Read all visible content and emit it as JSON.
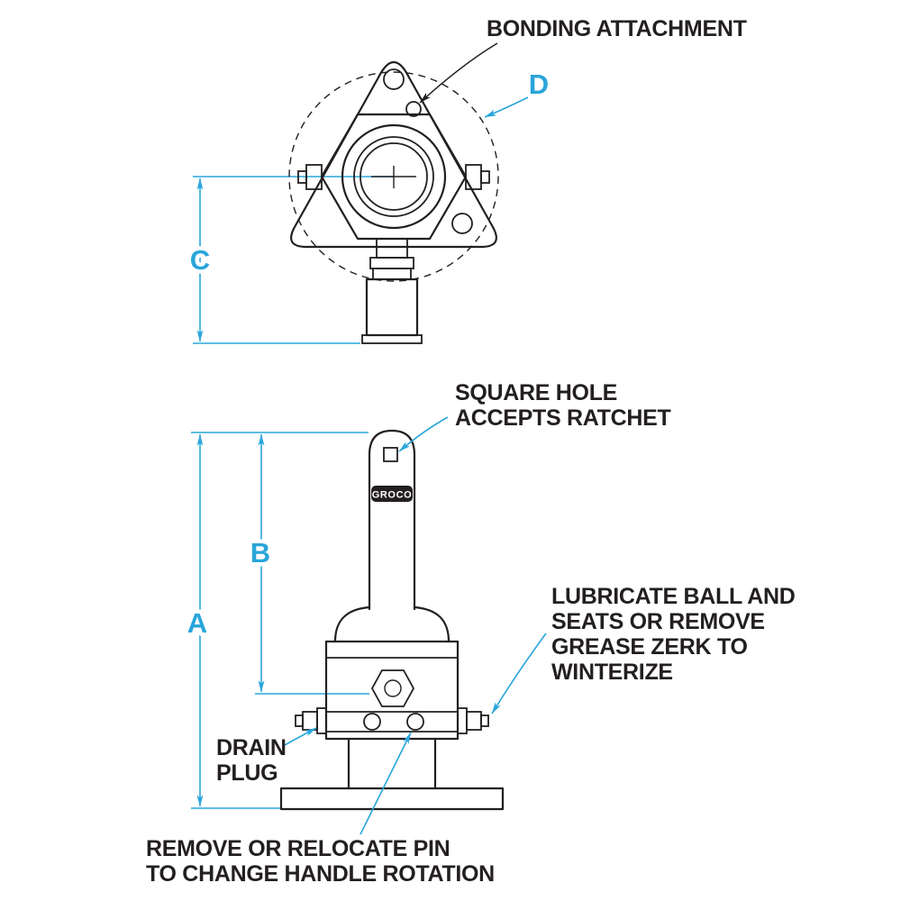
{
  "colors": {
    "ink": "#231f20",
    "accent": "#29a5da",
    "bg": "#ffffff"
  },
  "labels": {
    "bonding_attachment": "BONDING ATTACHMENT",
    "square_hole": [
      "SQUARE HOLE",
      "ACCEPTS RATCHET"
    ],
    "lubricate": [
      "LUBRICATE BALL AND",
      "SEATS OR REMOVE",
      "GREASE ZERK TO",
      "WINTERIZE"
    ],
    "drain_plug": [
      "DRAIN",
      "PLUG"
    ],
    "remove_pin": [
      "REMOVE OR RELOCATE PIN",
      "TO CHANGE HANDLE ROTATION"
    ],
    "brand": "GROCO"
  },
  "dimensions": {
    "a": "A",
    "b": "B",
    "c": "C",
    "d": "D"
  }
}
